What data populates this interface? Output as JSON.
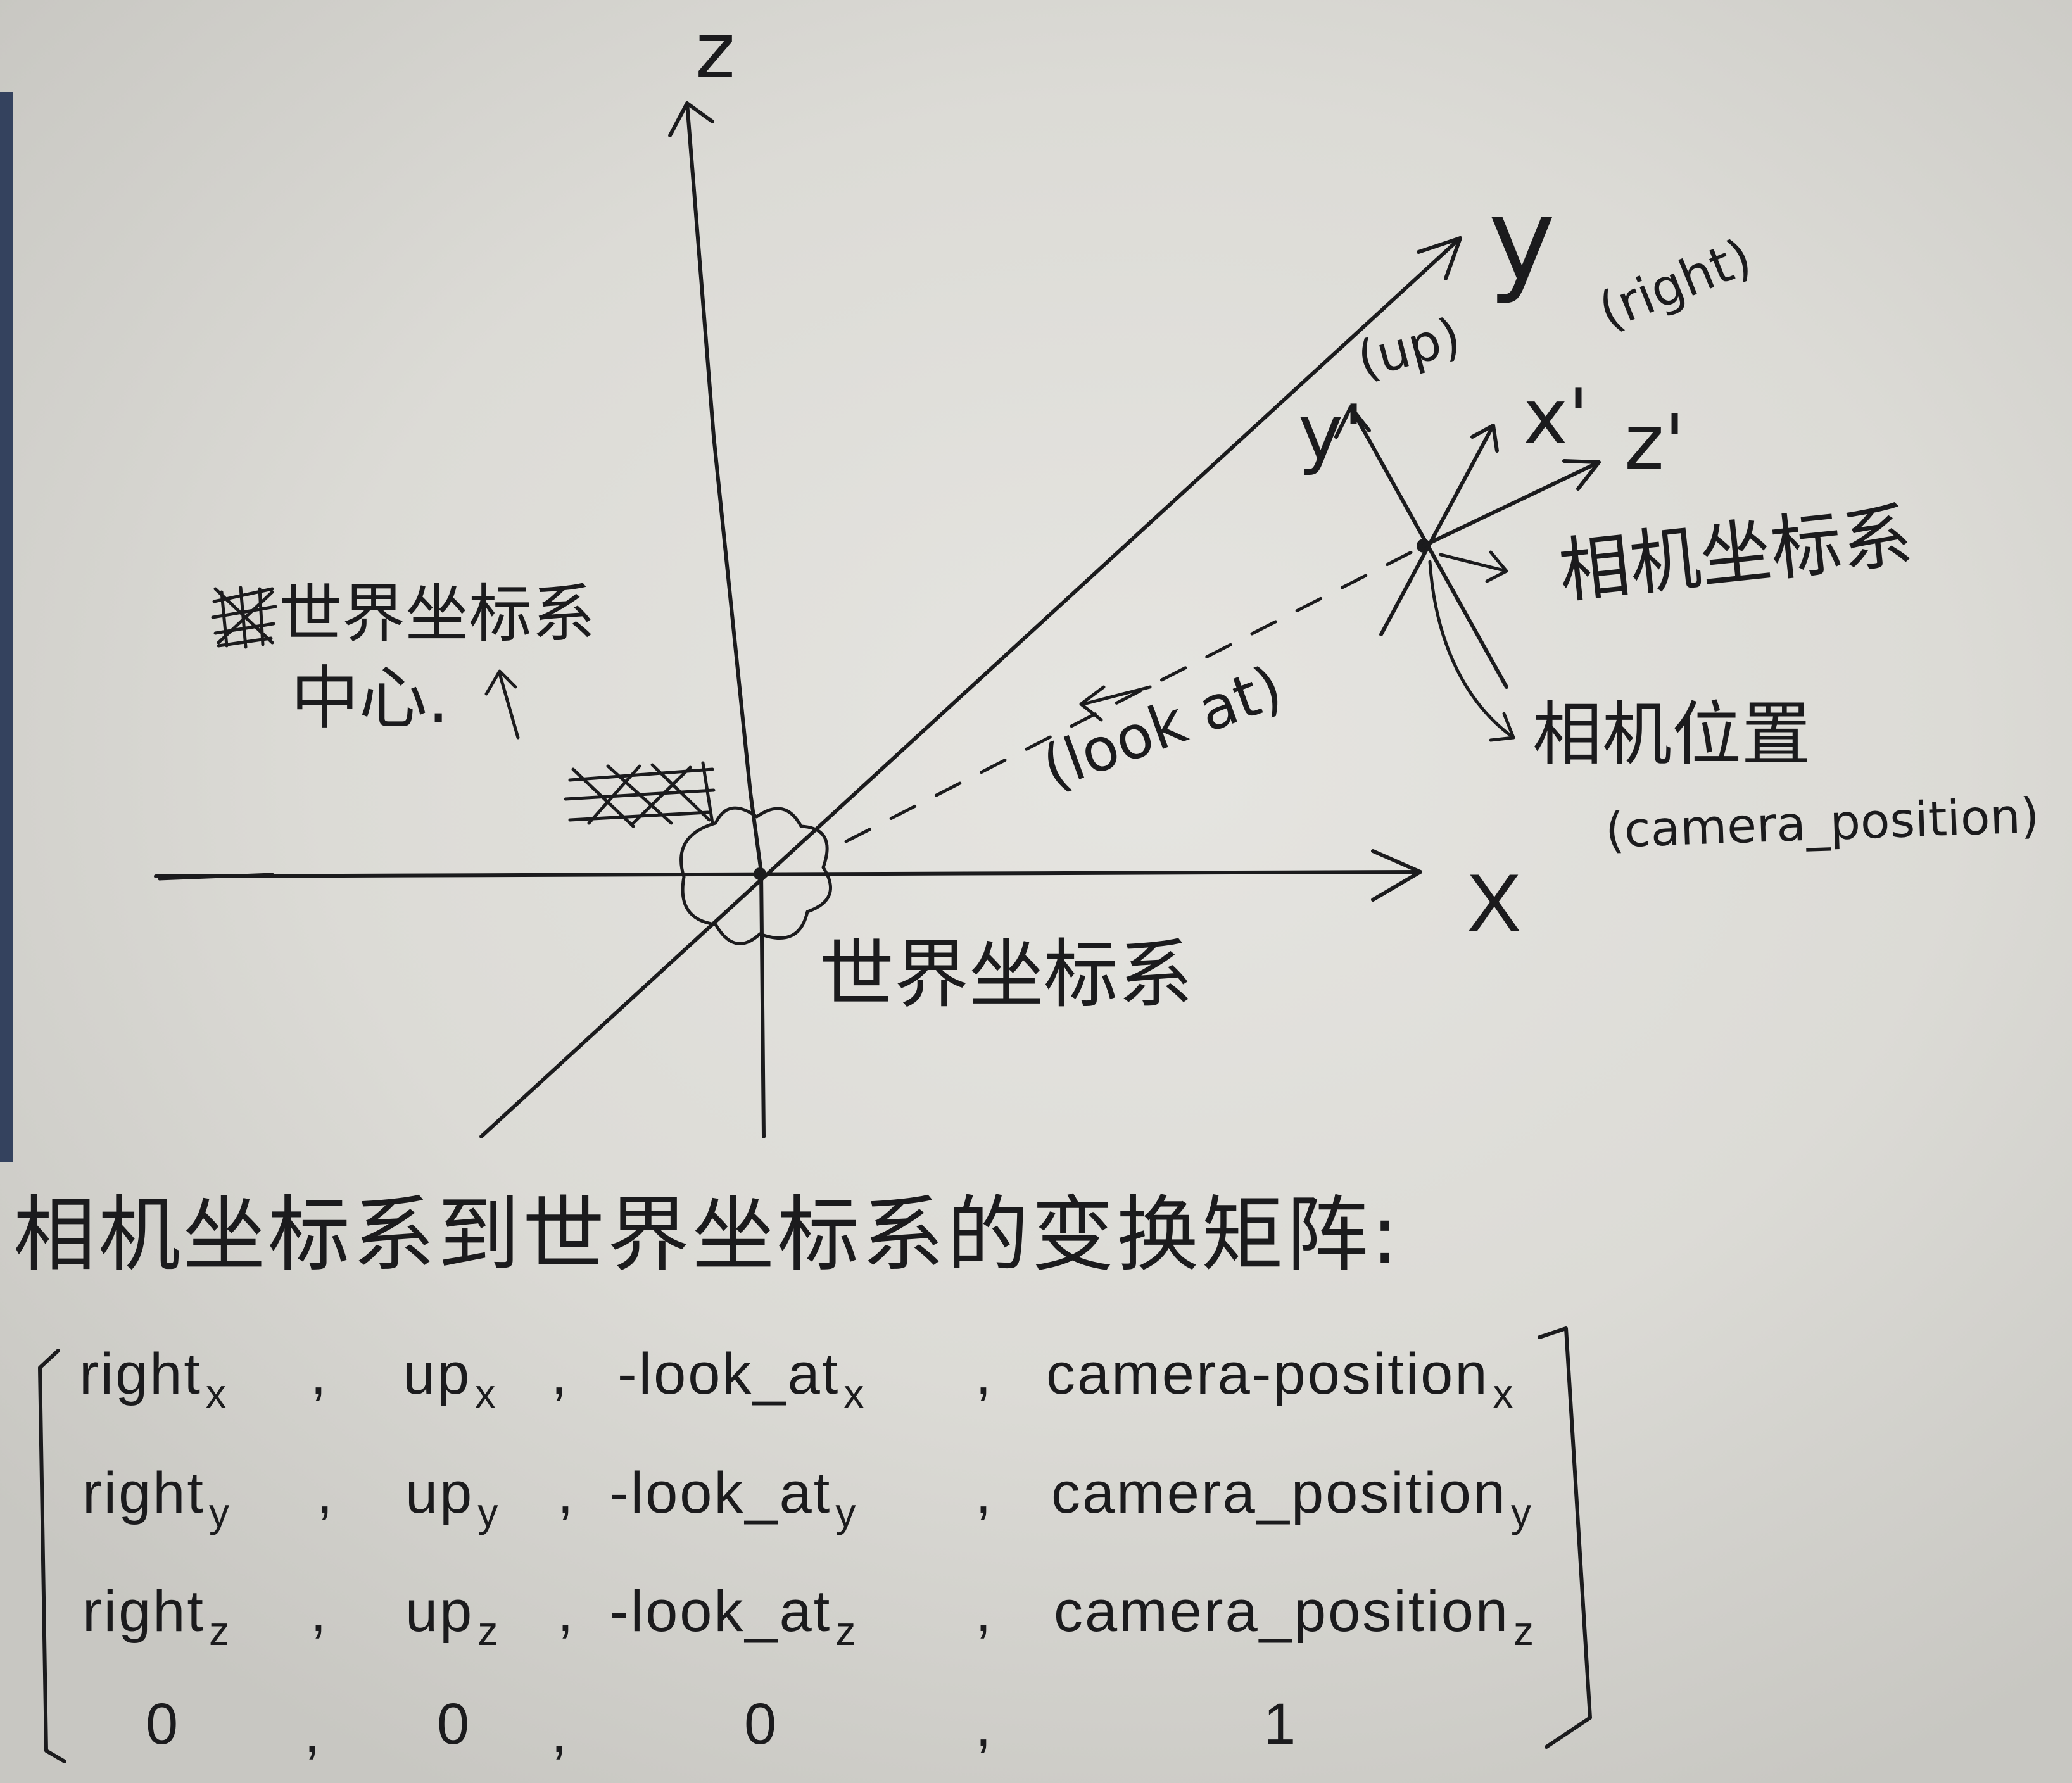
{
  "colors": {
    "paper": "#dcdbd6",
    "ink": "#1b1b1d",
    "binder_edge": "#34425e"
  },
  "world_frame": {
    "z_axis_label": "z",
    "x_axis_label": "X",
    "y_axis_label": "y",
    "origin_label": "世界坐标系"
  },
  "world_center_note": {
    "line1": "世界坐标系",
    "line2": "中心."
  },
  "camera_frame": {
    "up_axis_label": "y'",
    "up_axis_note": "(up)",
    "right_axis_label": "x'",
    "right_axis_note": "(right)",
    "forward_axis_label": "z'",
    "frame_label": "相机坐标系",
    "position_label": "相机位置",
    "position_note": "(camera_position)",
    "look_at_note": "(look at)"
  },
  "matrix_title": "相机坐标系到世界坐标系的变换矩阵:",
  "matrix": {
    "separator": ",",
    "rows": [
      [
        {
          "main": "right",
          "sub": "x"
        },
        {
          "main": "up",
          "sub": "x"
        },
        {
          "main": "-look_at",
          "sub": "x"
        },
        {
          "main": "camera-position",
          "sub": "x"
        }
      ],
      [
        {
          "main": "right",
          "sub": "y"
        },
        {
          "main": "up",
          "sub": "y"
        },
        {
          "main": "-look_at",
          "sub": "y"
        },
        {
          "main": "camera_position",
          "sub": "y"
        }
      ],
      [
        {
          "main": "right",
          "sub": "z"
        },
        {
          "main": "up",
          "sub": "z"
        },
        {
          "main": "-look_at",
          "sub": "z"
        },
        {
          "main": "camera_position",
          "sub": "z"
        }
      ],
      [
        {
          "main": "0"
        },
        {
          "main": "0"
        },
        {
          "main": "0"
        },
        {
          "main": "1"
        }
      ]
    ]
  }
}
